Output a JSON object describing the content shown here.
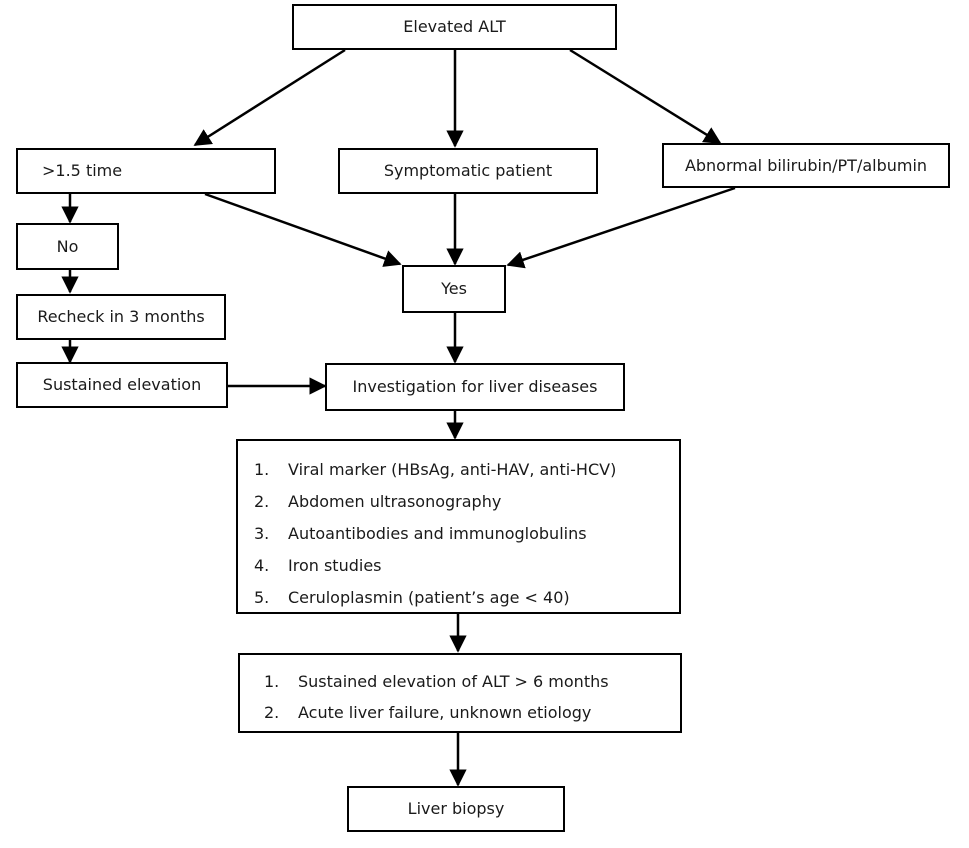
{
  "nodes": {
    "elevated_alt": "Elevated ALT",
    "gt_1_5_time": ">1.5 time",
    "symptomatic_patient": "Symptomatic patient",
    "abnormal_labs": "Abnormal bilirubin/PT/albumin",
    "no": "No",
    "yes": "Yes",
    "recheck": "Recheck in 3 months",
    "sustained_elevation": "Sustained elevation",
    "investigation": "Investigation for liver diseases",
    "liver_biopsy": "Liver biopsy"
  },
  "investigation_list": [
    {
      "num": "1.",
      "text": "Viral marker (HBsAg, anti-HAV, anti-HCV)"
    },
    {
      "num": "2.",
      "text": "Abdomen ultrasonography"
    },
    {
      "num": "3.",
      "text": "Autoantibodies and immunoglobulins"
    },
    {
      "num": "4.",
      "text": "Iron studies"
    },
    {
      "num": "5.",
      "text": "Ceruloplasmin (patient’s age < 40)"
    }
  ],
  "biopsy_criteria": [
    {
      "num": "1.",
      "text": "Sustained elevation of ALT > 6 months"
    },
    {
      "num": "2.",
      "text": "Acute liver failure, unknown etiology"
    }
  ]
}
